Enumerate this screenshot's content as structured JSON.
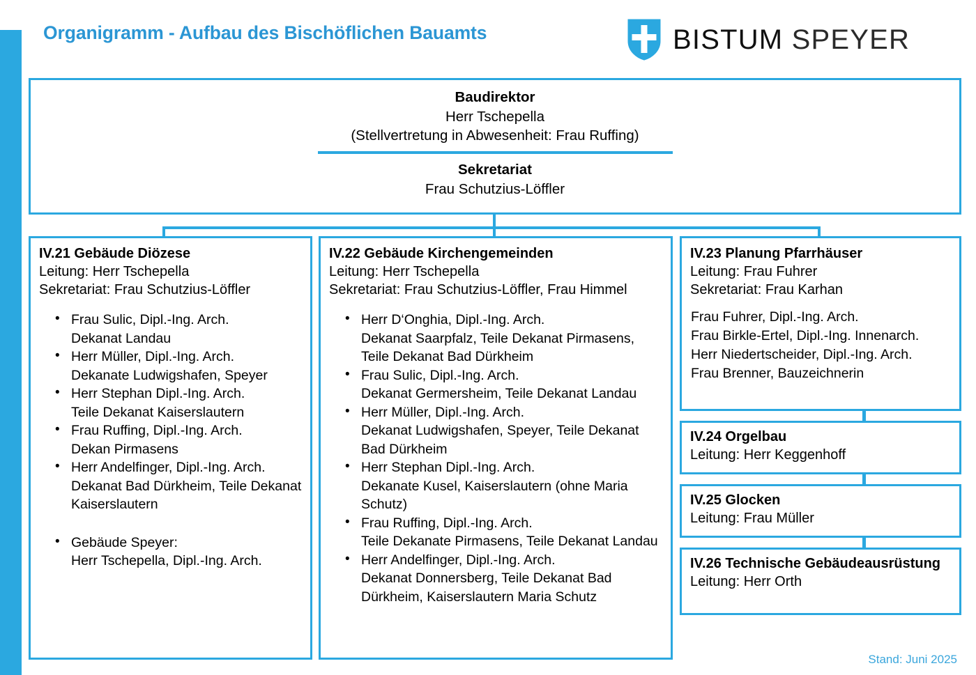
{
  "header": {
    "title": "Organigramm  - Aufbau des Bischöflichen Bauamts",
    "logo_text_bold": "BISTUM",
    "logo_text_thin": "SPEYER",
    "logo_icon": "shield-cross-icon"
  },
  "top_box": {
    "role_title": "Baudirektor",
    "role_name": "Herr Tschepella",
    "role_deputy": "(Stellvertretung in Abwesenheit: Frau Ruffing)",
    "secretariat_title": "Sekretariat",
    "secretariat_name": "Frau Schutzius-Löffler"
  },
  "columns": [
    {
      "id": "IV.21",
      "title": "IV.21 Gebäude Diözese",
      "leitung": "Leitung: Herr Tschepella",
      "sekretariat": "Sekretariat: Frau Schutzius-Löffler",
      "people": [
        {
          "name": "Frau Sulic, Dipl.-Ing. Arch.",
          "detail": "Dekanat Landau"
        },
        {
          "name": "Herr Müller, Dipl.-Ing. Arch.",
          "detail": "Dekanate Ludwigshafen, Speyer"
        },
        {
          "name": "Herr Stephan Dipl.-Ing. Arch.",
          "detail": "Teile Dekanat Kaiserslautern"
        },
        {
          "name": "Frau Ruffing, Dipl.-Ing. Arch.",
          "detail": "Dekan Pirmasens"
        },
        {
          "name": "Herr Andelfinger, Dipl.-Ing. Arch.",
          "detail": "Dekanat Bad Dürkheim, Teile Dekanat Kaiserslautern"
        },
        {
          "name": "Gebäude Speyer:",
          "detail": "Herr Tschepella, Dipl.-Ing. Arch.",
          "spaced": true
        }
      ]
    },
    {
      "id": "IV.22",
      "title": "IV.22 Gebäude Kirchengemeinden",
      "leitung": "Leitung: Herr Tschepella",
      "sekretariat": "Sekretariat: Frau Schutzius-Löffler, Frau Himmel",
      "people": [
        {
          "name": "Herr D‘Onghia, Dipl.-Ing. Arch.",
          "detail": "Dekanat Saarpfalz, Teile Dekanat Pirmasens, Teile Dekanat Bad Dürkheim"
        },
        {
          "name": "Frau Sulic, Dipl.-Ing. Arch.",
          "detail": "Dekanat Germersheim, Teile Dekanat Landau"
        },
        {
          "name": "Herr Müller, Dipl.-Ing. Arch.",
          "detail": "Dekanat Ludwigshafen, Speyer, Teile Dekanat Bad Dürkheim"
        },
        {
          "name": "Herr Stephan Dipl.-Ing. Arch.",
          "detail": "Dekanate Kusel, Kaiserslautern (ohne Maria Schutz)"
        },
        {
          "name": "Frau Ruffing, Dipl.-Ing. Arch.",
          "detail": "Teile Dekanate Pirmasens, Teile Dekanat Landau"
        },
        {
          "name": "Herr Andelfinger, Dipl.-Ing. Arch.",
          "detail": "Dekanat Donnersberg, Teile Dekanat Bad Dürkheim, Kaiserslautern Maria Schutz"
        }
      ]
    },
    {
      "id": "IV.23",
      "title": "IV.23 Planung Pfarrhäuser",
      "leitung": "Leitung: Frau Fuhrer",
      "sekretariat": "Sekretariat: Frau Karhan",
      "staff": [
        "Frau Fuhrer, Dipl.-Ing. Arch.",
        "Frau Birkle-Ertel, Dipl.-Ing. Innenarch.",
        "Herr Niedertscheider, Dipl.-Ing. Arch.",
        "Frau Brenner, Bauzeichnerin"
      ]
    }
  ],
  "sub_units": [
    {
      "id": "IV.24",
      "title": "IV.24 Orgelbau",
      "leitung": "Leitung: Herr Keggenhoff"
    },
    {
      "id": "IV.25",
      "title": "IV.25 Glocken",
      "leitung": "Leitung: Frau Müller"
    },
    {
      "id": "IV.26",
      "title": "IV.26 Technische Gebäudeausrüstung",
      "leitung": "Leitung: Herr Orth"
    }
  ],
  "footer": {
    "stand": "Stand: Juni 2025"
  },
  "colors": {
    "accent": "#2BA8E0",
    "title": "#2B96D4",
    "footer": "#3AA6DC",
    "text": "#000000"
  }
}
